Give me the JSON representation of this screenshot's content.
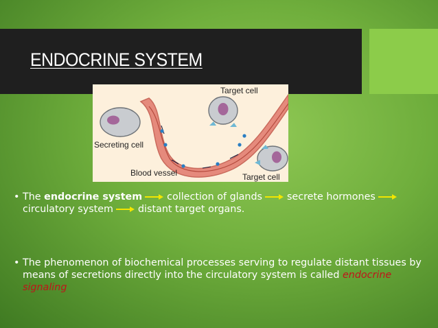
{
  "slide": {
    "title": "ENDOCRINE SYSTEM"
  },
  "figure": {
    "label_target_cell_top": "Target cell",
    "label_secreting_cell": "Secreting cell",
    "label_blood_vessel": "Blood vessel",
    "label_target_cell_bottom": "Target cell"
  },
  "bullets": {
    "bullet_marker": "•",
    "b1_part1": "The ",
    "b1_bold": "endocrine system",
    "b1_part2": "collection of glands",
    "b1_part3": "secrete hormones",
    "b1_part4": "circulatory system",
    "b1_part5": "distant target organs.",
    "b2_text": "The phenomenon of biochemical processes serving to regulate distant tissues by means of secretions directly into the circulatory system is called ",
    "b2_highlight": "endocrine signaling"
  },
  "colors": {
    "background": "#6fae3c",
    "title_bar": "#1f1f1f",
    "accent_block": "#8ccc4a",
    "arrow": "#f2e600",
    "highlight_text": "#c0141a"
  }
}
